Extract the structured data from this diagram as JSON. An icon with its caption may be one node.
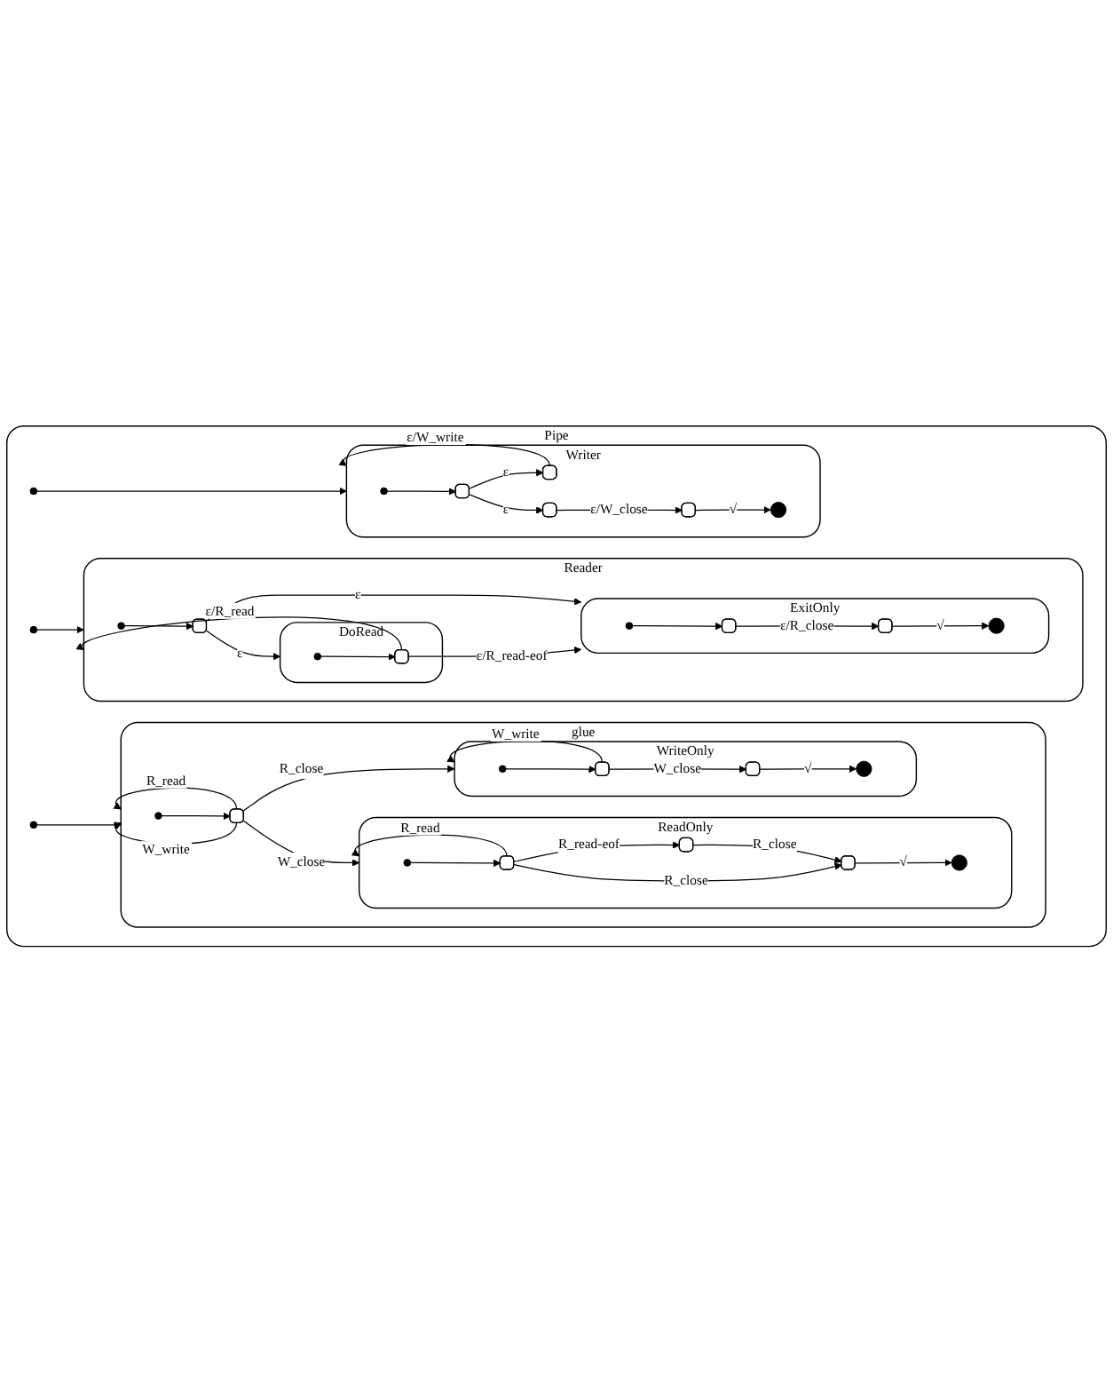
{
  "diagram": {
    "nodes": [
      {
        "text": [
          "Pipe"
        ]
      },
      {
        "text": [],
        "shape": "circle",
        "in": 0
      },
      {
        "text": [
          "Writer"
        ],
        "in": 0
      },
      {
        "text": [],
        "shape": "circle",
        "in": 2
      },
      {
        "text": [],
        "shape": "box",
        "in": 2
      },
      {
        "text": [],
        "shape": "box",
        "in": 2
      },
      {
        "text": [],
        "shape": "box",
        "in": 2
      },
      {
        "text": [],
        "shape": "box",
        "in": 2
      },
      {
        "text": [],
        "shape": "bullseye",
        "in": 2
      },
      {
        "text": [],
        "shape": "circle",
        "in": 0
      },
      {
        "text": [
          "Reader"
        ],
        "in": 0
      },
      {
        "text": [],
        "shape": "circle",
        "in": 10
      },
      {
        "text": [],
        "shape": "box",
        "in": 10
      },
      {
        "text": [
          "DoRead"
        ],
        "in": 10
      },
      {
        "text": [],
        "shape": "circle",
        "in": 13
      },
      {
        "text": [],
        "shape": "box",
        "in": 13
      },
      {
        "text": [
          "ExitOnly"
        ],
        "in": 10
      },
      {
        "text": [],
        "shape": "circle",
        "in": 16
      },
      {
        "text": [],
        "shape": "box",
        "in": 16
      },
      {
        "text": [],
        "shape": "box",
        "in": 16
      },
      {
        "text": [],
        "shape": "bullseye",
        "in": 16
      },
      {
        "text": [],
        "shape": "circle",
        "in": 0
      },
      {
        "text": [
          "glue"
        ],
        "in": 0
      },
      {
        "text": [],
        "shape": "circle",
        "in": 22
      },
      {
        "text": [],
        "shape": "box",
        "in": 22
      },
      {
        "text": [
          "ReadOnly"
        ],
        "in": 22
      },
      {
        "text": [],
        "shape": "circle",
        "in": 25
      },
      {
        "text": [],
        "shape": "box",
        "in": 25
      },
      {
        "text": [],
        "shape": "box",
        "in": 25
      },
      {
        "text": [],
        "shape": "box",
        "in": 25
      },
      {
        "text": [],
        "shape": "bullseye",
        "in": 25
      },
      {
        "text": [
          "WriteOnly"
        ],
        "in": 22
      },
      {
        "text": [],
        "shape": "circle",
        "in": 31
      },
      {
        "text": [],
        "shape": "box",
        "in": 31
      },
      {
        "text": [],
        "shape": "box",
        "in": 31
      },
      {
        "text": [],
        "shape": "bullseye",
        "in": 31
      }
    ],
    "edges": [
      {
        "from": 1,
        "to": 2,
        "arrow": "to"
      },
      {
        "from": 3,
        "to": 4,
        "arrow": "to"
      },
      {
        "from": 4,
        "to": 5,
        "arrow": "to",
        "label": "ε"
      },
      {
        "from": 4,
        "to": 6,
        "arrow": "to",
        "label": "ε"
      },
      {
        "from": 5,
        "to": 2,
        "arrow": "to",
        "label": "ε/W_write"
      },
      {
        "from": 6,
        "to": 7,
        "arrow": "to",
        "label": "ε/W_close"
      },
      {
        "from": 7,
        "to": 8,
        "arrow": "to",
        "label": "√"
      },
      {
        "from": 9,
        "to": 10,
        "arrow": "to"
      },
      {
        "from": 11,
        "to": 12,
        "arrow": "to"
      },
      {
        "from": 12,
        "to": 13,
        "arrow": "to",
        "label": "ε"
      },
      {
        "from": 12,
        "to": 16,
        "arrow": "to",
        "label": "ε"
      },
      {
        "from": 14,
        "to": 15,
        "arrow": "to"
      },
      {
        "from": 15,
        "to": 10,
        "arrow": "to",
        "label": "ε/R_read"
      },
      {
        "from": 15,
        "to": 16,
        "arrow": "to",
        "label": "ε/R_read-eof"
      },
      {
        "from": 17,
        "to": 18,
        "arrow": "to"
      },
      {
        "from": 18,
        "to": 19,
        "arrow": "to",
        "label": "ε/R_close"
      },
      {
        "from": 19,
        "to": 20,
        "arrow": "to",
        "label": "√"
      },
      {
        "from": 21,
        "to": 22,
        "arrow": "to"
      },
      {
        "from": 23,
        "to": 24,
        "arrow": "to"
      },
      {
        "from": 24,
        "to": 22,
        "arrow": "to",
        "label": "R_read"
      },
      {
        "from": 24,
        "to": 22,
        "arrow": "to",
        "label": "W_write"
      },
      {
        "from": 24,
        "to": 31,
        "arrow": "to",
        "label": "R_close"
      },
      {
        "from": 24,
        "to": 25,
        "arrow": "to",
        "label": "W_close"
      },
      {
        "from": 26,
        "to": 27,
        "arrow": "to"
      },
      {
        "from": 27,
        "to": 25,
        "arrow": "to",
        "label": "R_read"
      },
      {
        "from": 27,
        "to": 28,
        "arrow": "to",
        "label": "R_read-eof"
      },
      {
        "from": 28,
        "to": 29,
        "arrow": "to",
        "label": "R_close"
      },
      {
        "from": 27,
        "to": 29,
        "arrow": "to",
        "label": "R_close"
      },
      {
        "from": 29,
        "to": 30,
        "arrow": "to",
        "label": "√"
      },
      {
        "from": 32,
        "to": 33,
        "arrow": "to"
      },
      {
        "from": 33,
        "to": 31,
        "arrow": "to",
        "label": "W_write"
      },
      {
        "from": 33,
        "to": 34,
        "arrow": "to",
        "label": "W_close"
      },
      {
        "from": 34,
        "to": 35,
        "arrow": "to",
        "label": "√"
      }
    ]
  }
}
